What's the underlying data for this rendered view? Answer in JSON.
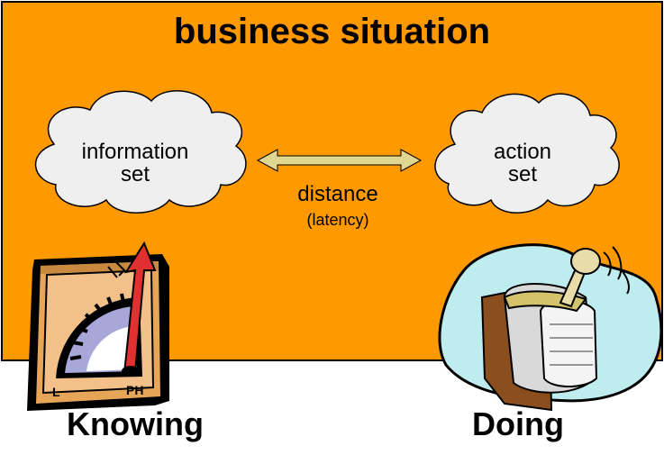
{
  "title": "business situation",
  "info_cloud": {
    "line1": "information",
    "line2": "set"
  },
  "action_cloud": {
    "line1": "action",
    "line2": "set"
  },
  "distance": {
    "label": "distance",
    "sublabel": "(latency)"
  },
  "knowing": {
    "label": "Knowing",
    "gauge_left": "L",
    "gauge_right": "PH"
  },
  "doing": {
    "label": "Doing"
  },
  "colors": {
    "background_panel": "#FF9900",
    "cloud_fill": "#EFEFEF",
    "arrow_fill": "#E0D790",
    "gauge_needle": "#E03030",
    "gauge_face": "#A7A7D9",
    "doing_bg": "#BEECEF"
  }
}
